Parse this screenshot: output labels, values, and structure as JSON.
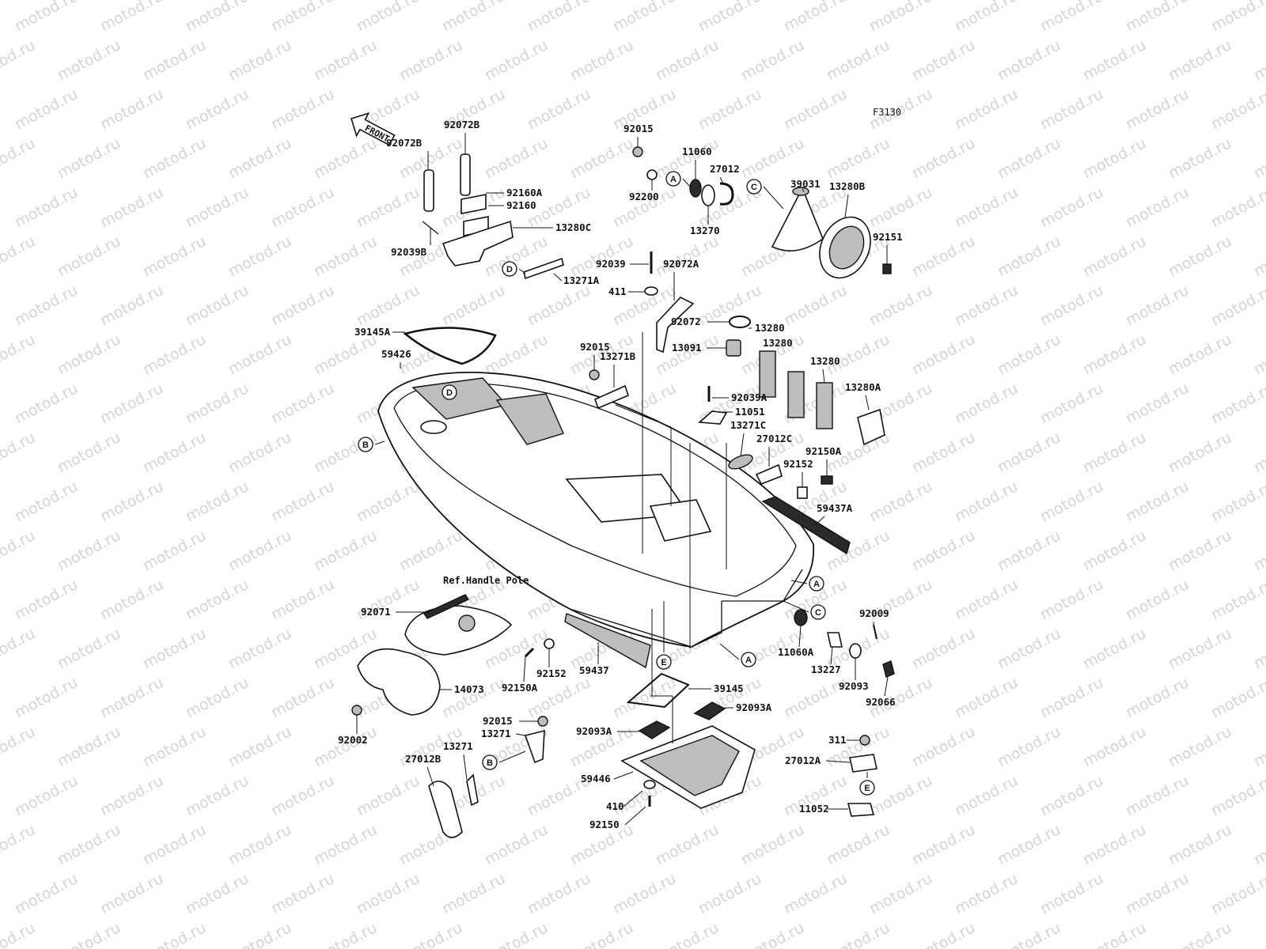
{
  "figure_code": "F3130",
  "watermark": "motod.ru",
  "front_arrow_label": "FRONT",
  "reference_note": "Ref.Handle Pole",
  "callouts": [
    {
      "id": "92072B-top",
      "text": "92072B"
    },
    {
      "id": "92072B-left",
      "text": "92072B"
    },
    {
      "id": "92160A",
      "text": "92160A"
    },
    {
      "id": "92160",
      "text": "92160"
    },
    {
      "id": "13280C",
      "text": "13280C"
    },
    {
      "id": "92039B",
      "text": "92039B"
    },
    {
      "id": "13271A",
      "text": "13271A"
    },
    {
      "id": "92015-top",
      "text": "92015"
    },
    {
      "id": "11060",
      "text": "11060"
    },
    {
      "id": "27012",
      "text": "27012"
    },
    {
      "id": "92200",
      "text": "92200"
    },
    {
      "id": "13270",
      "text": "13270"
    },
    {
      "id": "39031",
      "text": "39031"
    },
    {
      "id": "13280B",
      "text": "13280B"
    },
    {
      "id": "92151",
      "text": "92151"
    },
    {
      "id": "92039",
      "text": "92039"
    },
    {
      "id": "92072A",
      "text": "92072A"
    },
    {
      "id": "411",
      "text": "411"
    },
    {
      "id": "92072",
      "text": "92072"
    },
    {
      "id": "13280-1",
      "text": "13280"
    },
    {
      "id": "13280-2",
      "text": "13280"
    },
    {
      "id": "13280-3",
      "text": "13280"
    },
    {
      "id": "13091",
      "text": "13091"
    },
    {
      "id": "13280A",
      "text": "13280A"
    },
    {
      "id": "39145A",
      "text": "39145A"
    },
    {
      "id": "59426",
      "text": "59426"
    },
    {
      "id": "92015-mid",
      "text": "92015"
    },
    {
      "id": "13271B",
      "text": "13271B"
    },
    {
      "id": "92039A",
      "text": "92039A"
    },
    {
      "id": "11051",
      "text": "11051"
    },
    {
      "id": "13271C",
      "text": "13271C"
    },
    {
      "id": "27012C",
      "text": "27012C"
    },
    {
      "id": "92150A-right",
      "text": "92150A"
    },
    {
      "id": "92152-right",
      "text": "92152"
    },
    {
      "id": "59437A",
      "text": "59437A"
    },
    {
      "id": "92071",
      "text": "92071"
    },
    {
      "id": "92009",
      "text": "92009"
    },
    {
      "id": "11060A",
      "text": "11060A"
    },
    {
      "id": "13227",
      "text": "13227"
    },
    {
      "id": "92093",
      "text": "92093"
    },
    {
      "id": "92066",
      "text": "92066"
    },
    {
      "id": "92152-left",
      "text": "92152"
    },
    {
      "id": "92150A-left",
      "text": "92150A"
    },
    {
      "id": "59437",
      "text": "59437"
    },
    {
      "id": "14073",
      "text": "14073"
    },
    {
      "id": "92002",
      "text": "92002"
    },
    {
      "id": "39145",
      "text": "39145"
    },
    {
      "id": "92093A-right",
      "text": "92093A"
    },
    {
      "id": "92093A-left",
      "text": "92093A"
    },
    {
      "id": "92015-bottom",
      "text": "92015"
    },
    {
      "id": "13271-1",
      "text": "13271"
    },
    {
      "id": "13271-2",
      "text": "13271"
    },
    {
      "id": "27012B",
      "text": "27012B"
    },
    {
      "id": "59446",
      "text": "59446"
    },
    {
      "id": "410",
      "text": "410"
    },
    {
      "id": "92150",
      "text": "92150"
    },
    {
      "id": "311",
      "text": "311"
    },
    {
      "id": "27012A",
      "text": "27012A"
    },
    {
      "id": "11052",
      "text": "11052"
    }
  ],
  "ref_circles": [
    {
      "id": "A-top",
      "letter": "A"
    },
    {
      "id": "C-top",
      "letter": "C"
    },
    {
      "id": "D-top",
      "letter": "D"
    },
    {
      "id": "D-hull",
      "letter": "D"
    },
    {
      "id": "B-hull",
      "letter": "B"
    },
    {
      "id": "A-right",
      "letter": "A"
    },
    {
      "id": "C-right",
      "letter": "C"
    },
    {
      "id": "A-bottom",
      "letter": "A"
    },
    {
      "id": "E-mid",
      "letter": "E"
    },
    {
      "id": "B-bottom",
      "letter": "B"
    },
    {
      "id": "E-right",
      "letter": "E"
    }
  ]
}
